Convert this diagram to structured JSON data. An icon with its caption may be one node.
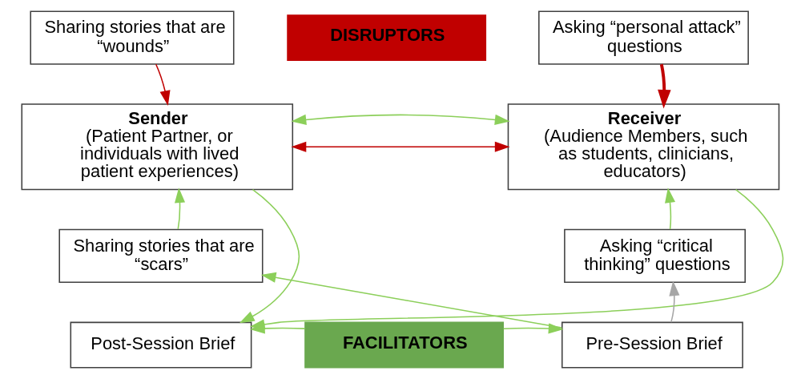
{
  "diagram": {
    "nodes": [
      {
        "text": [
          "Sharing stories that are “wounds”"
        ]
      },
      {
        "text": [
          "DISRUPTORS"
        ]
      },
      {
        "text": [
          "Asking “personal attack” questions"
        ]
      },
      {
        "text": [
          "Sender",
          "(Patient Partner, or individuals with lived patient experiences)"
        ]
      },
      {
        "text": [
          "Receiver",
          "(Audience Members, such as students, clinicians, educators)"
        ]
      },
      {
        "text": [
          "Sharing stories that are “scars”"
        ]
      },
      {
        "text": [
          "Asking “critical thinking” questions"
        ]
      },
      {
        "text": [
          "Post-Session Brief"
        ]
      },
      {
        "text": [
          "FACILITATORS"
        ]
      },
      {
        "text": [
          "Pre-Session Brief"
        ]
      }
    ],
    "edges": [
      {
        "from": 0,
        "to": 3,
        "arrow": "to",
        "color": "#c00000"
      },
      {
        "from": 2,
        "to": 4,
        "arrow": "to",
        "color": "#c00000",
        "style": "thick"
      },
      {
        "from": 3,
        "to": 4,
        "arrow": "both",
        "color": "#c00000"
      },
      {
        "from": 3,
        "to": 4,
        "arrow": "both"
      },
      {
        "from": 5,
        "to": 3,
        "arrow": "to"
      },
      {
        "from": 3,
        "to": 7,
        "arrow": "to"
      },
      {
        "from": 4,
        "to": 7,
        "arrow": "to"
      },
      {
        "from": 9,
        "to": 5,
        "arrow": "to"
      },
      {
        "from": 8,
        "to": 7,
        "arrow": "to"
      },
      {
        "from": 8,
        "to": 9,
        "arrow": "to"
      },
      {
        "from": 6,
        "to": 4,
        "arrow": "to"
      },
      {
        "from": 9,
        "to": 6,
        "arrow": "to",
        "color": "#a6a6a6"
      }
    ]
  }
}
